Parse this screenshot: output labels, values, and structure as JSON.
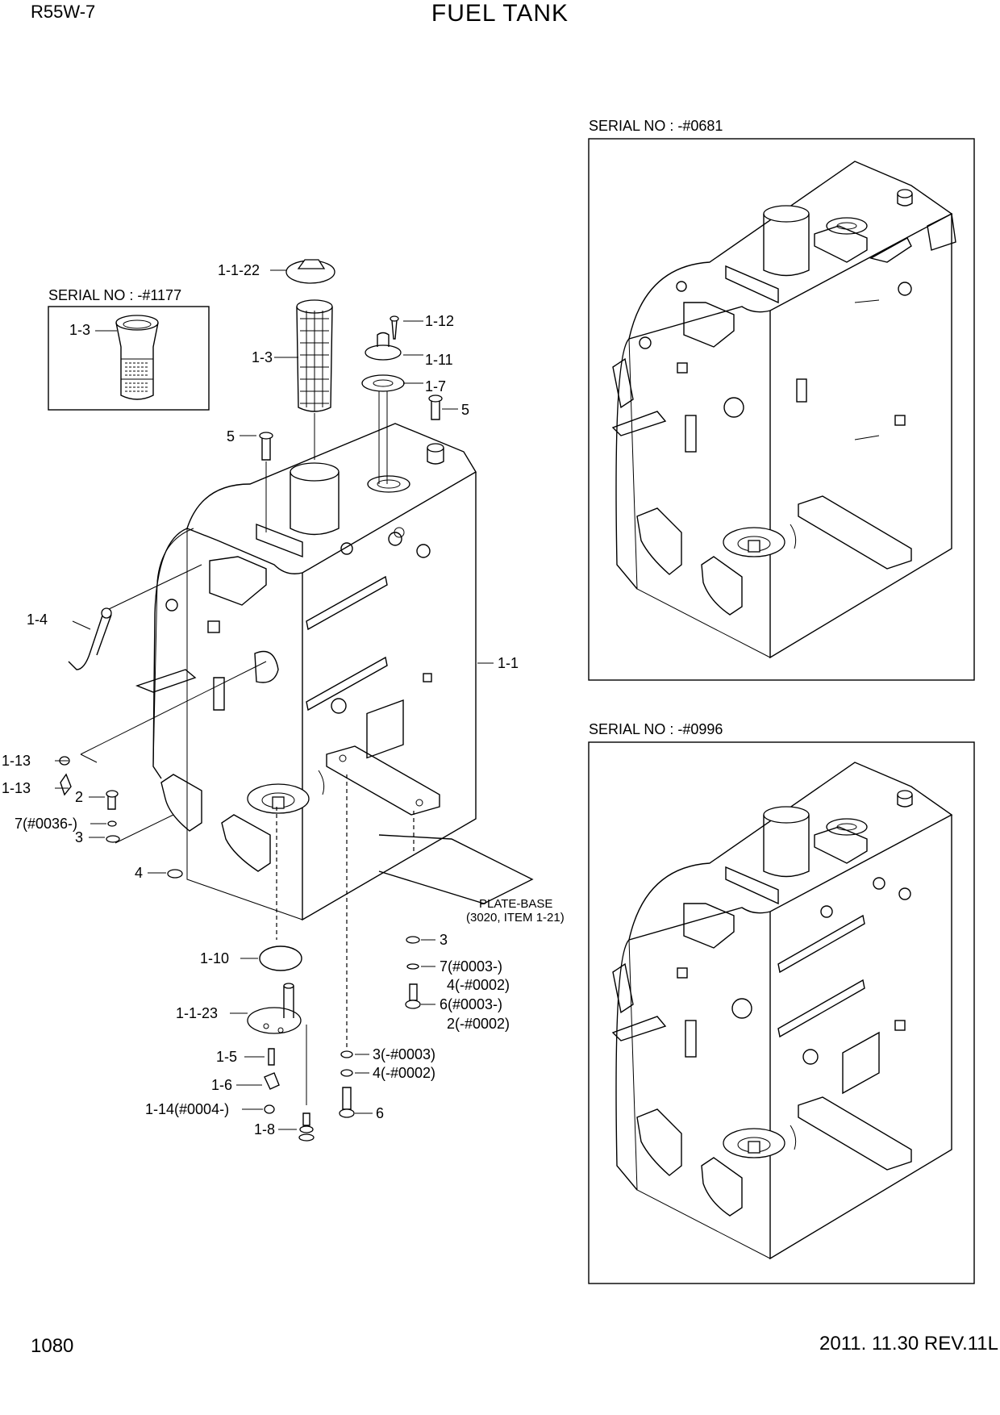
{
  "header": {
    "model": "R55W-7",
    "title": "FUEL TANK"
  },
  "footer": {
    "page_number": "1080",
    "revision": "2011. 11.30 REV.11L"
  },
  "insets": {
    "serial_1177": "SERIAL NO : -#1177",
    "serial_0681": "SERIAL NO : -#0681",
    "serial_0996": "SERIAL NO : -#0996"
  },
  "callouts": {
    "inset_1_3": "1-3",
    "p_1_1_22": "1-1-22",
    "p_1_12": "1-12",
    "p_1_11": "1-11",
    "p_1_7": "1-7",
    "p_1_3": "1-3",
    "p_5_right": "5",
    "p_5_left": "5",
    "p_1_4": "1-4",
    "p_1_1": "1-1",
    "p_1_13_a": "1-13",
    "p_1_13_b": "1-13",
    "p_2": "2",
    "p_7_0036": "7(#0036-)",
    "p_3_left": "3",
    "p_4_left": "4",
    "plate_base_1": "PLATE-BASE",
    "plate_base_2": "(3020, ITEM 1-21)",
    "p_3_right": "3",
    "p_7_0003": "7(#0003-)",
    "p_4_0002": "4(-#0002)",
    "p_6_0003": "6(#0003-)",
    "p_2_0002": "2(-#0002)",
    "p_3_0003": "3(-#0003)",
    "p_4_0002_b": "4(-#0002)",
    "p_6": "6",
    "p_1_10": "1-10",
    "p_1_1_23": "1-1-23",
    "p_1_5": "1-5",
    "p_1_6": "1-6",
    "p_1_14": "1-14(#0004-)",
    "p_1_8": "1-8"
  }
}
